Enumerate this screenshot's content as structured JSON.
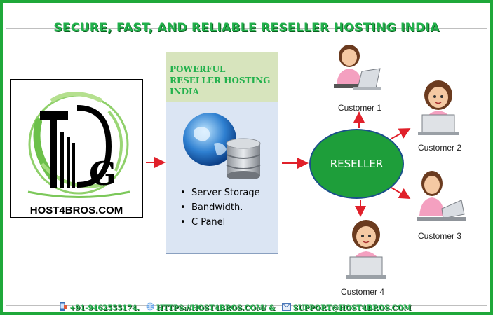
{
  "title": "SECURE, FAST, AND RELIABLE RESELLER HOSTING INDIA",
  "logo": {
    "caption": "HOST4BROS.COM"
  },
  "panel": {
    "heading": "POWERFUL RESELLER HOSTING INDIA",
    "bullets": [
      "Server Storage",
      "Bandwidth.",
      "C Panel"
    ]
  },
  "reseller_label": "RESELLER",
  "customers": [
    "Customer 1",
    "Customer 2",
    "Customer 3",
    "Customer 4"
  ],
  "footer": {
    "phone": "+91-9462555174.",
    "site": "HTTPS://HOST4BROS.COM/ &",
    "email": "SUPPORT@HOST4BROS.COM"
  },
  "colors": {
    "accent_green": "#22b14c",
    "frame_green": "#1fa83a",
    "arrow_red": "#e0202a",
    "reseller_fill": "#1e9e3a",
    "panel_blue": "#dbe5f3",
    "panel_head": "#d7e4bd"
  }
}
